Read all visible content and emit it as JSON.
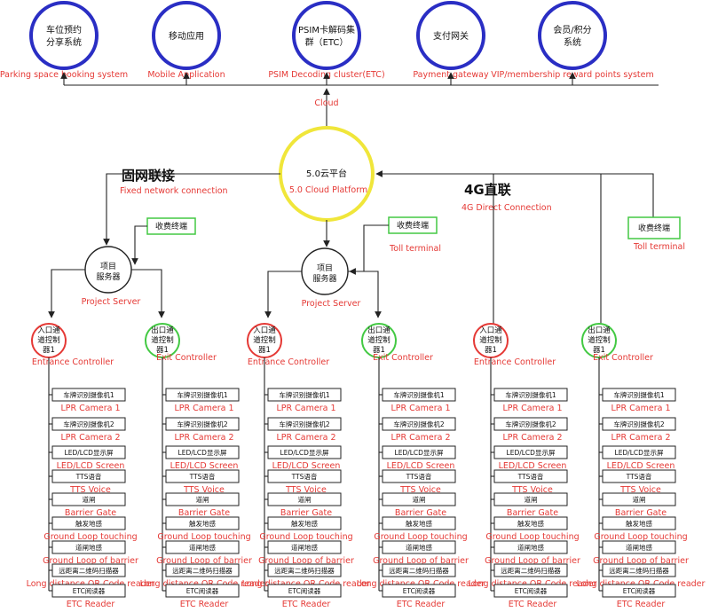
{
  "top_services": [
    {
      "cn": [
        "车位预约",
        "分享系统"
      ],
      "en": "Parking space booking system"
    },
    {
      "cn": [
        "移动应用"
      ],
      "en": "Mobile Application"
    },
    {
      "cn": [
        "PSIM卡解码集",
        "群（ETC）"
      ],
      "en": "PSIM Decoding cluster(ETC)"
    },
    {
      "cn": [
        "支付网关"
      ],
      "en": "Payment gateway"
    },
    {
      "cn": [
        "会员/积分",
        "系统"
      ],
      "en": "VIP/membership reward points system"
    }
  ],
  "cloud_label": "Cloud",
  "platform": {
    "cn": "5.0云平台",
    "en": "5.0 Cloud Platform"
  },
  "fixed": {
    "cn": "固网联接",
    "en": "Fixed network connection"
  },
  "direct4g": {
    "cn": "4G直联",
    "en": "4G Direct Connection"
  },
  "toll": {
    "cn": "收费终端",
    "en": "Toll terminal"
  },
  "server": {
    "cn": [
      "项目",
      "服务器"
    ],
    "en": "Project Server"
  },
  "entrance": {
    "cn": [
      "入口通",
      "道控制",
      "器1"
    ],
    "en": "Entrance Controller"
  },
  "exit": {
    "cn": [
      "出口通",
      "道控制",
      "器1"
    ],
    "en": "Exit Controller"
  },
  "devices": [
    {
      "cn": "车牌识别摄像机1",
      "en": "LPR Camera 1"
    },
    {
      "cn": "车牌识别摄像机2",
      "en": "LPR Camera 2"
    },
    {
      "cn": "LED/LCD显示屏",
      "en": "LED/LCD Screen"
    },
    {
      "cn": "TTS语音",
      "en": "TTS Voice"
    },
    {
      "cn": "道闸",
      "en": "Barrier Gate"
    },
    {
      "cn": "触发地感",
      "en": "Ground Loop touching"
    },
    {
      "cn": "道闸地感",
      "en": "Ground Loop of barrier"
    },
    {
      "cn": "远距离二维码扫描器",
      "en": "Long distance QR Code reader"
    },
    {
      "cn": "ETC阅读器",
      "en": "ETC Reader"
    }
  ],
  "colors": {
    "service_ring": "#2a2ec4",
    "platform_ring": "#f0e63a",
    "entrance_ring": "#e53935",
    "exit_ring": "#43c943",
    "toll_box": "#43c943",
    "english_text": "#e53935"
  }
}
